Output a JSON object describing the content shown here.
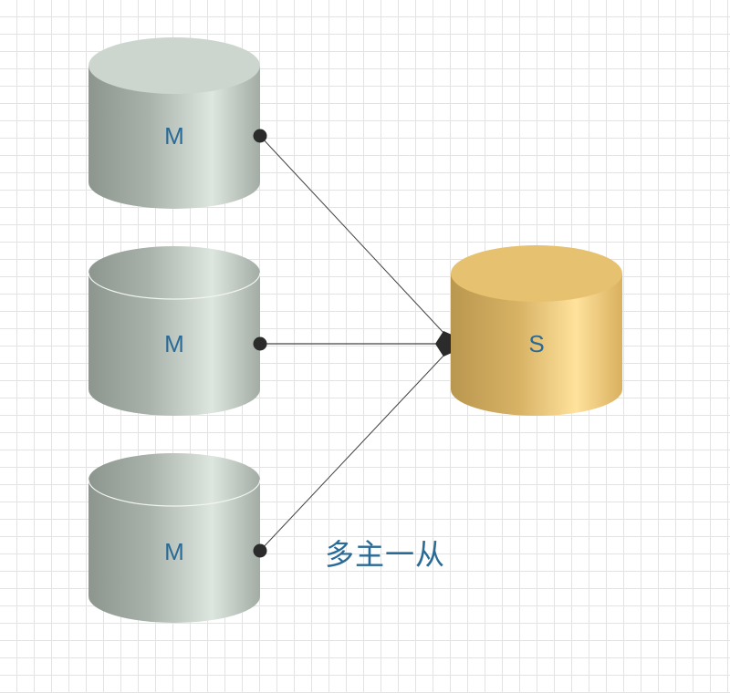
{
  "colors": {
    "label_text": "#2a6a96",
    "caption_text": "#2a6a96",
    "master_fill_light": "#dde6df",
    "master_fill_dark": "#8c958e",
    "master_top": "#ccd6cf",
    "slave_fill_light": "#ffe29c",
    "slave_fill_dark": "#b9974e",
    "slave_top": "#e6c170",
    "connector": "#444444",
    "endpoint": "#2b2b2b"
  },
  "nodes": {
    "master_1": {
      "label": "M"
    },
    "master_2": {
      "label": "M"
    },
    "master_3": {
      "label": "M"
    },
    "slave": {
      "label": "S"
    }
  },
  "caption": {
    "text": "多主一从"
  }
}
